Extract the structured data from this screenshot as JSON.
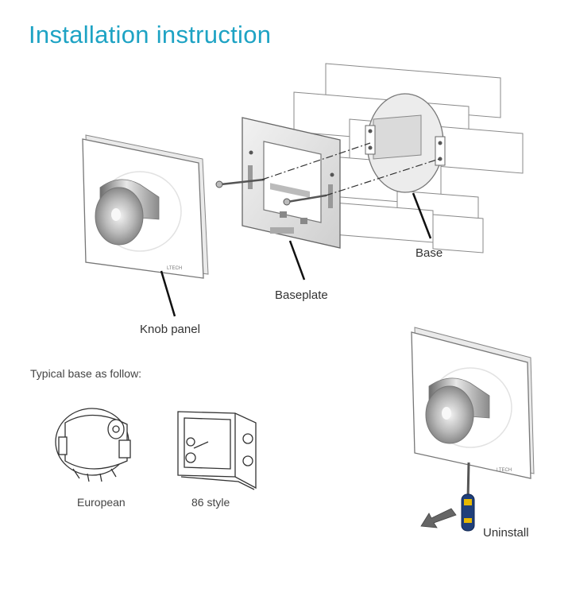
{
  "title": "Installation instruction",
  "labels": {
    "knob_panel": "Knob panel",
    "baseplate": "Baseplate",
    "base": "Base",
    "typical_base": "Typical base as follow:",
    "european": "European",
    "style86": "86 style",
    "uninstall": "Uninstall",
    "brand": "LTECH"
  },
  "colors": {
    "title": "#1ea3c4",
    "screwdriver_handle": "#1f3f7a",
    "screwdriver_tip": "#e6b800",
    "arrow": "#666666"
  }
}
